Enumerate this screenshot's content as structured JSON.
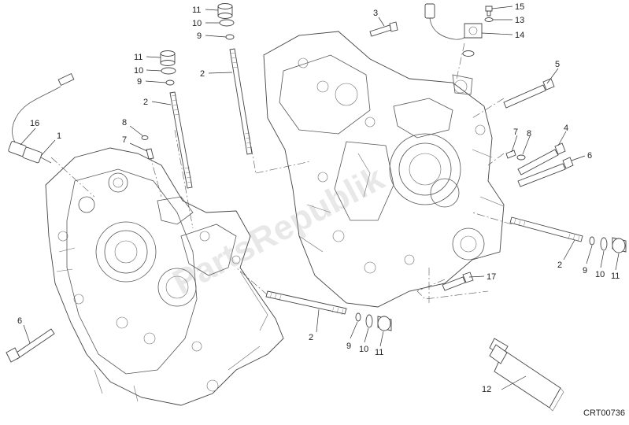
{
  "diagram": {
    "callouts": [
      "1",
      "2",
      "3",
      "4",
      "5",
      "6",
      "7",
      "8",
      "9",
      "10",
      "11",
      "12",
      "13",
      "14",
      "15",
      "16",
      "17"
    ],
    "watermark": "PartsRepublik",
    "code": "CRT00736"
  }
}
